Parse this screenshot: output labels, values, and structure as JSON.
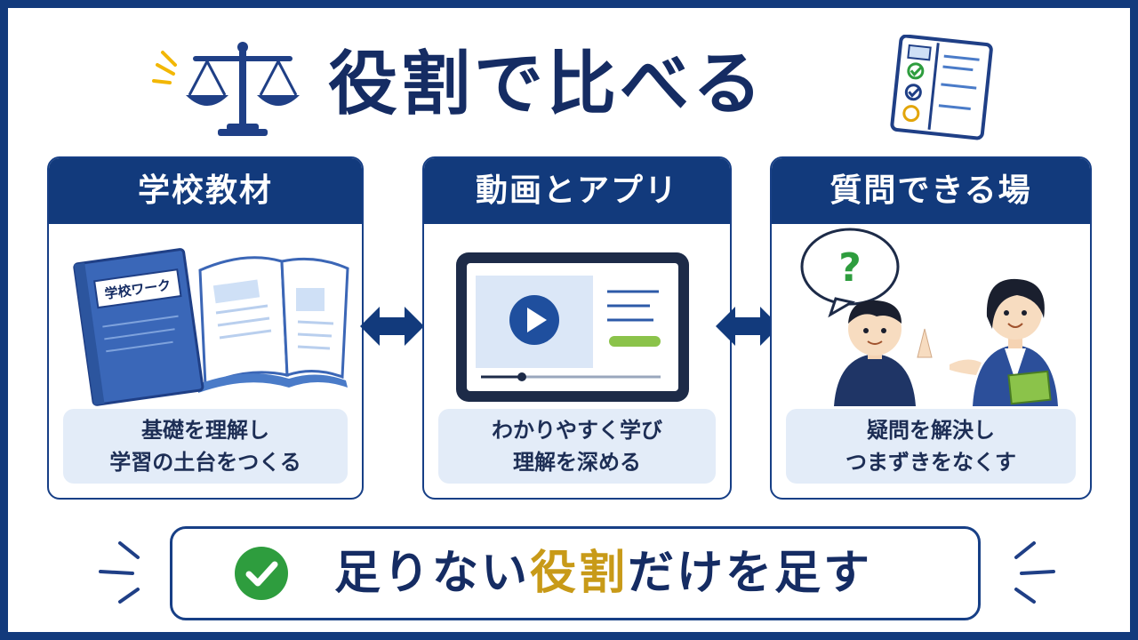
{
  "title": "役割で比べる",
  "cards": [
    {
      "heading": "学校教材",
      "book_label": "学校ワーク",
      "caption_line1": "基礎を理解し",
      "caption_line2": "学習の土台をつくる"
    },
    {
      "heading": "動画とアプリ",
      "caption_line1": "わかりやすく学び",
      "caption_line2": "理解を深める"
    },
    {
      "heading": "質問できる場",
      "bubble": "?",
      "caption_line1": "疑問を解決し",
      "caption_line2": "つまずきをなくす"
    }
  ],
  "bottom": {
    "pre": "足りない",
    "highlight": "役割",
    "post": "だけを足す"
  },
  "colors": {
    "navy": "#123a7c",
    "caption_bg": "#e3ecf8",
    "highlight": "#c89a18",
    "check_green": "#2e9d3e",
    "accent_yellow": "#f2b705"
  },
  "icons": [
    "balance-scale-icon",
    "checklist-icon",
    "book-icon",
    "tablet-video-icon",
    "play-icon",
    "double-arrow-icon",
    "question-bubble-icon",
    "check-circle-icon"
  ]
}
